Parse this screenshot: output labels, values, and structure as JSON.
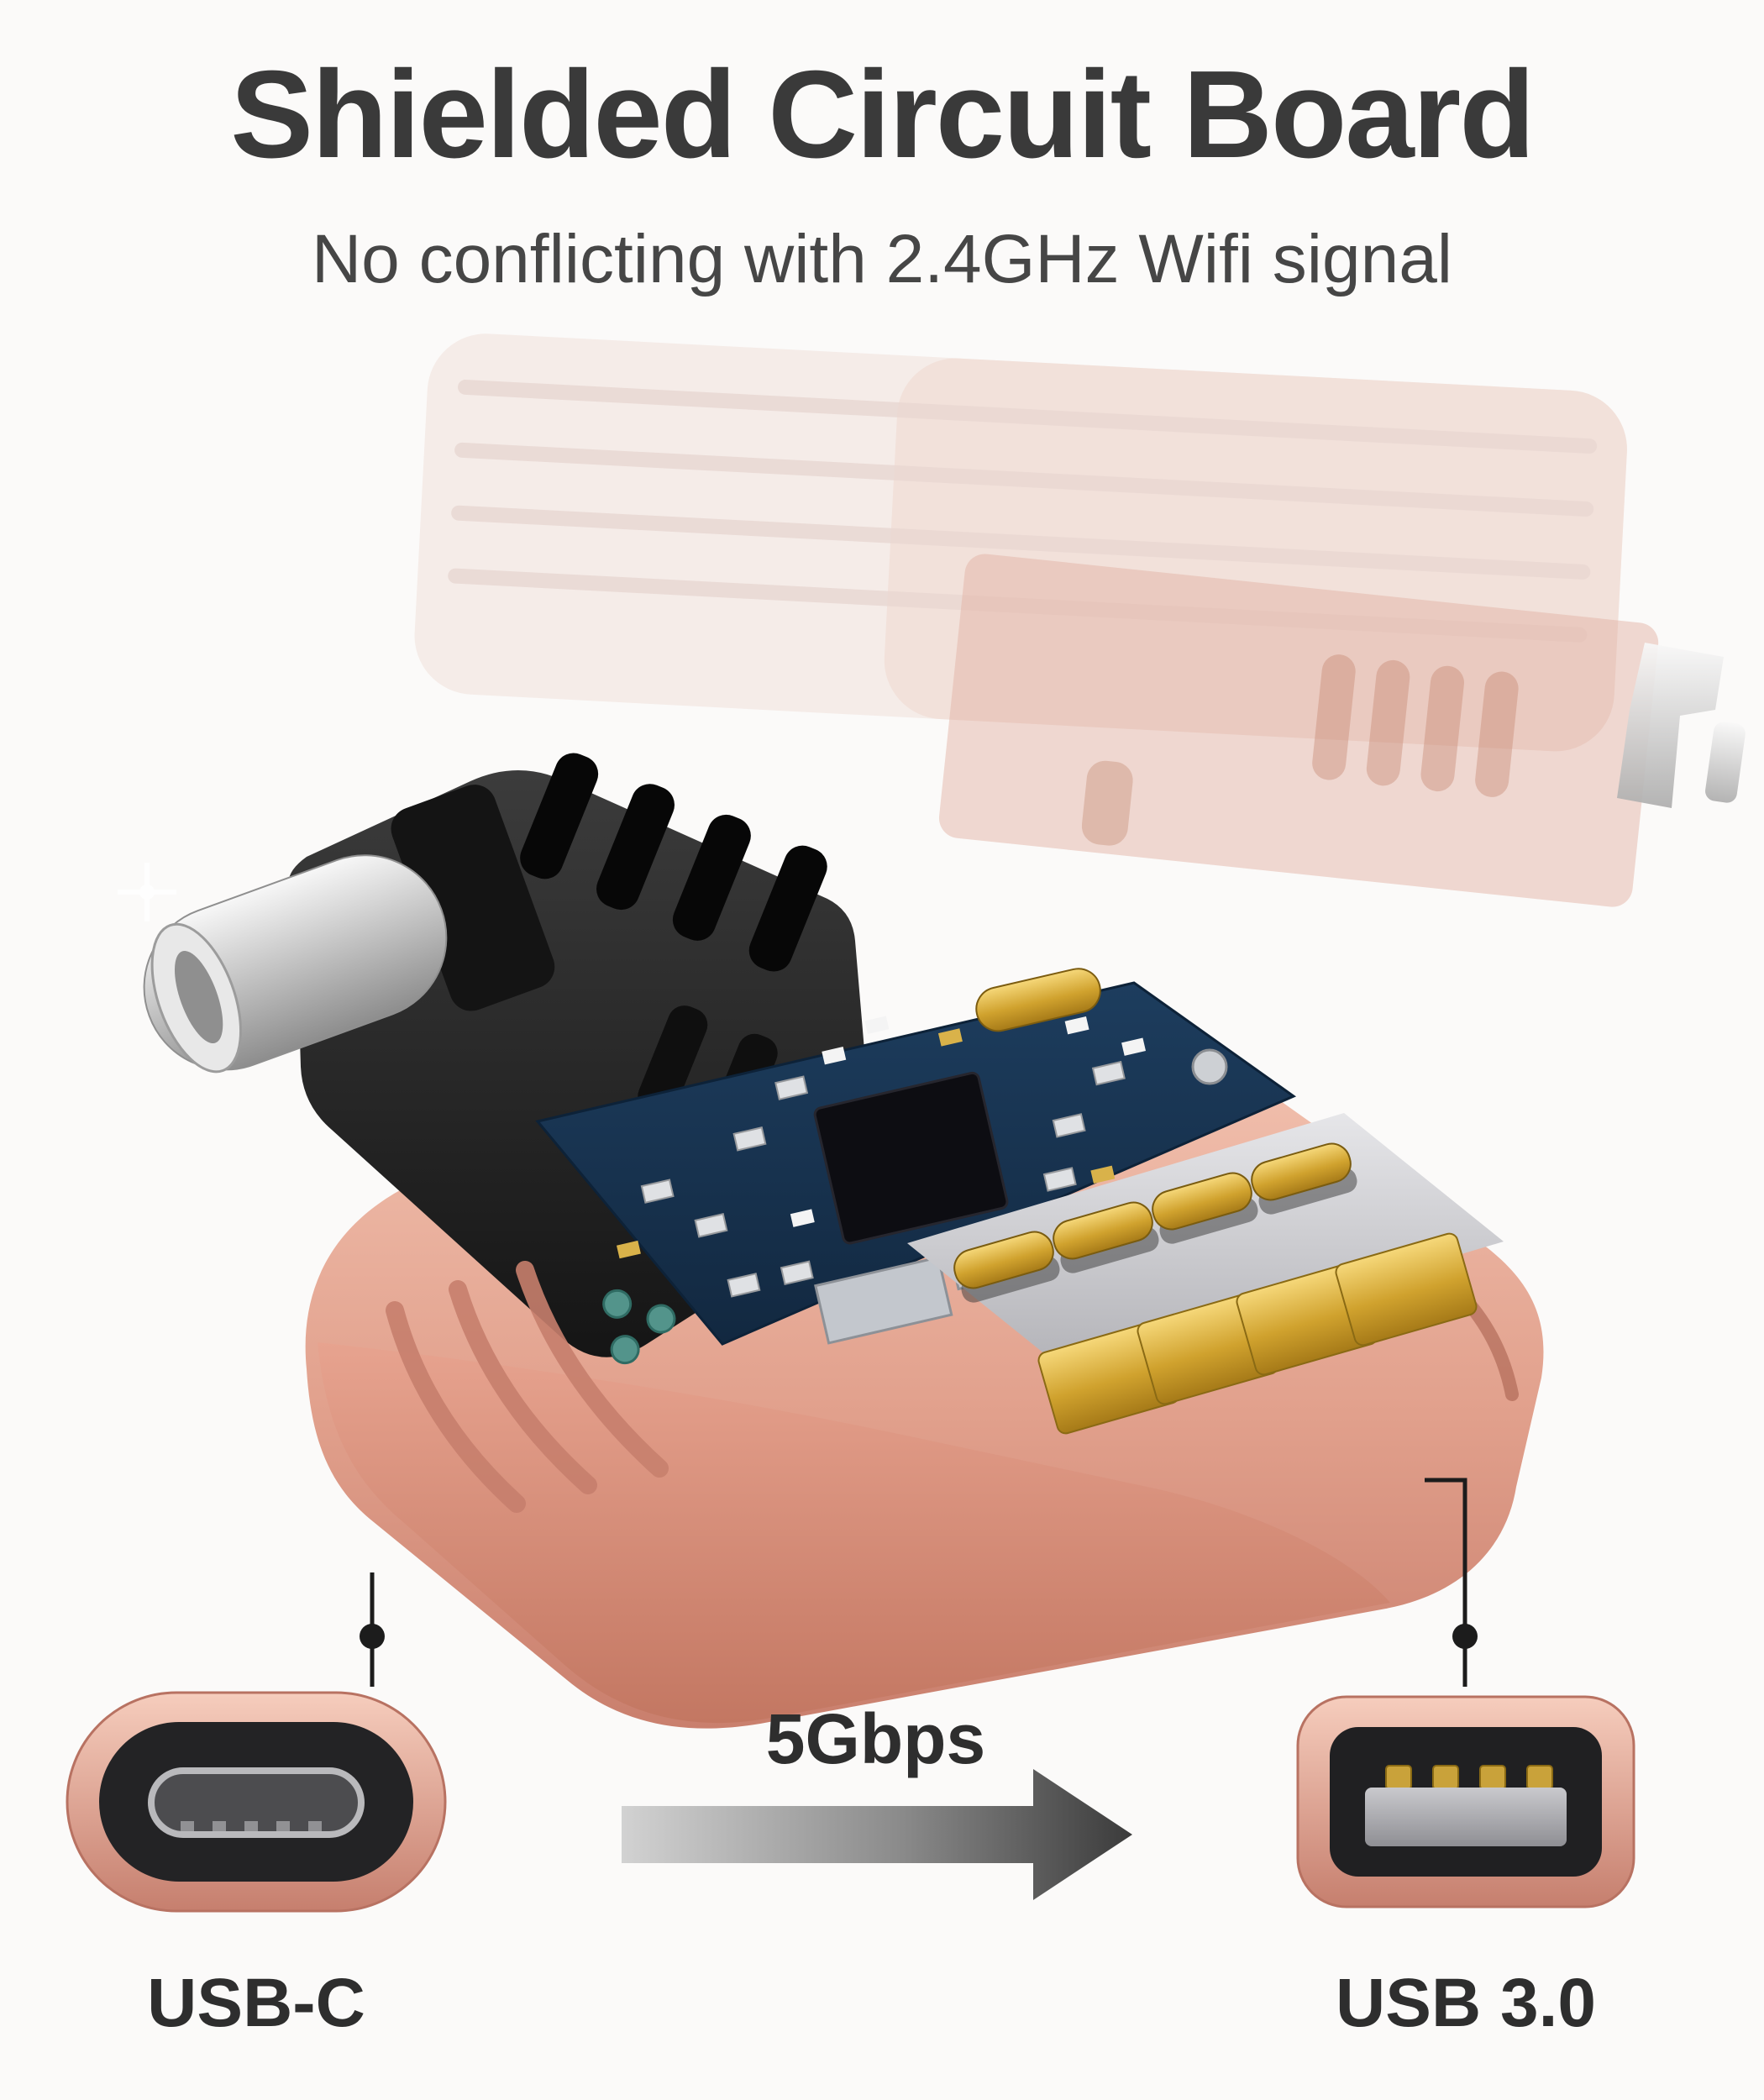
{
  "header": {
    "title": "Shielded Circuit Board",
    "subtitle": "No conflicting with 2.4GHz Wifi signal"
  },
  "annotations": {
    "speed": "5Gbps",
    "left_label": "USB-C",
    "right_label": "USB 3.0"
  },
  "illustration": {
    "description_parts": [
      "translucent-top-cover",
      "metal-shield-ghost",
      "usb-c-plug",
      "black-plug-body",
      "circuit-board",
      "gold-usb-contacts",
      "rose-gold-bottom-shell"
    ]
  },
  "colors": {
    "page_bg": "#fbfaf9",
    "title_color": "#3a3a3a",
    "subtitle_color": "#464646",
    "label_color": "#2e2e2e",
    "callout_color": "#1c1c1c",
    "rose_gold": "#e2a18f",
    "rose_gold_light": "#f3c3b1",
    "rose_gold_dark": "#c97f6d",
    "ghost_pink": "#eedbd4",
    "pcb_navy": "#16304a",
    "gold": "#d4a437",
    "silver": "#c8c8c8",
    "black_body": "#1e1e1e",
    "arrow_light": "#cfcfcf",
    "arrow_dark": "#3b3b3b"
  }
}
